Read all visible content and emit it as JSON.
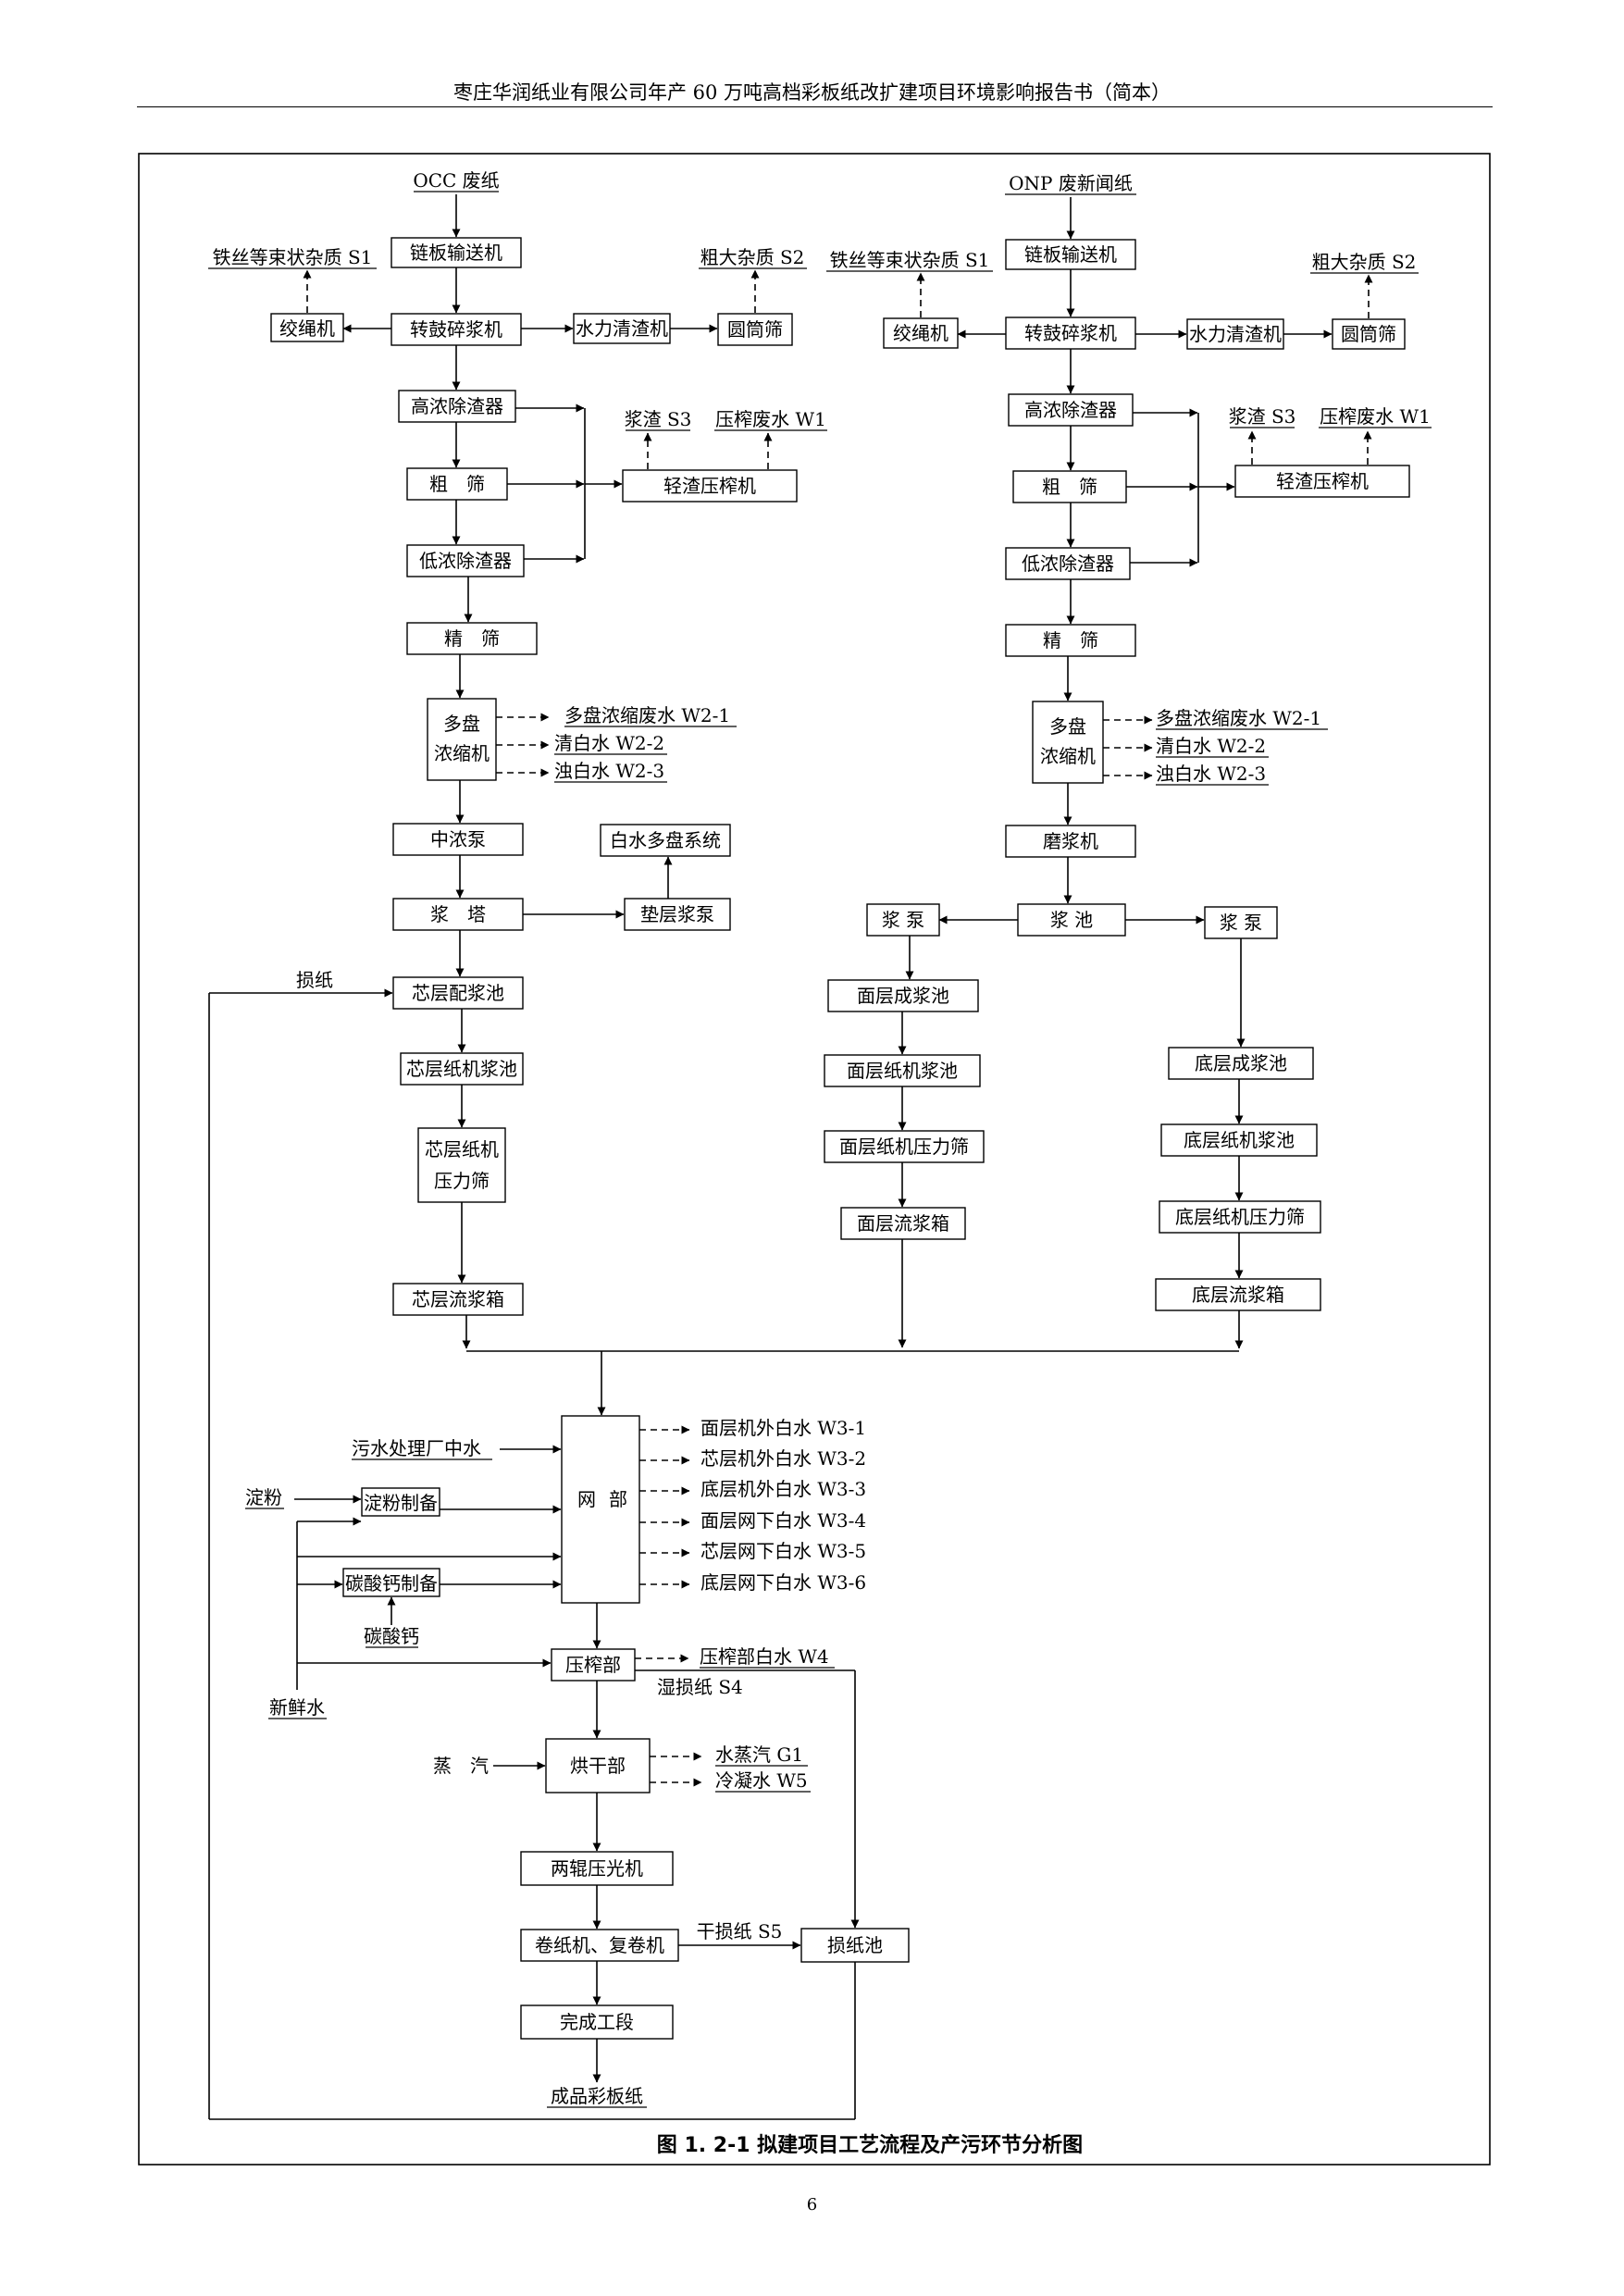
{
  "header": {
    "title": "枣庄华润纸业有限公司年产 60 万吨高档彩板纸改扩建项目环境影响报告书（简本）"
  },
  "page_number": "6",
  "caption": "图 1. 2-1   拟建项目工艺流程及产污环节分析图",
  "occ": {
    "input": "OCC 废纸",
    "conveyor": "链板输送机",
    "pulper": "转鼓碎浆机",
    "rope": "绞绳机",
    "hydro": "水力清渣机",
    "drum": "圆筒筛",
    "s1": "铁丝等束状杂质 S1",
    "s2": "粗大杂质 S2",
    "hd_cleaner": "高浓除渣器",
    "coarse_screen": "粗　筛",
    "ld_cleaner": "低浓除渣器",
    "fine_screen": "精　筛",
    "light_press": "轻渣压榨机",
    "s3": "浆渣 S3",
    "w1": "压榨废水 W1",
    "thickener_l1": "多盘",
    "thickener_l2": "浓缩机",
    "w21": "多盘浓缩废水 W2-1",
    "w22": "清白水 W2-2",
    "w23": "浊白水 W2-3",
    "mc_pump": "中浓泵",
    "tower": "浆　塔",
    "white_sys": "白水多盘系统",
    "liner_pump": "垫层浆泵"
  },
  "onp": {
    "input": "ONP 废新闻纸",
    "conveyor": "链板输送机",
    "pulper": "转鼓碎浆机",
    "rope": "绞绳机",
    "hydro": "水力清渣机",
    "drum": "圆筒筛",
    "s1": "铁丝等束状杂质 S1",
    "s2": "粗大杂质 S2",
    "hd_cleaner": "高浓除渣器",
    "coarse_screen": "粗　筛",
    "ld_cleaner": "低浓除渣器",
    "fine_screen": "精　筛",
    "light_press": "轻渣压榨机",
    "s3": "浆渣 S3",
    "w1": "压榨废水 W1",
    "thickener_l1": "多盘",
    "thickener_l2": "浓缩机",
    "w21": "多盘浓缩废水 W2-1",
    "w22": "清白水 W2-2",
    "w23": "浊白水 W2-3",
    "refiner": "磨浆机",
    "chest": "浆 池",
    "pump_left": "浆 泵",
    "pump_right": "浆 泵",
    "top_chest": "面层成浆池",
    "top_mach_chest": "面层纸机浆池",
    "top_screen": "面层纸机压力筛",
    "top_headbox": "面层流浆箱",
    "bottom_chest": "底层成浆池",
    "bottom_mach_chest": "底层纸机浆池",
    "bottom_screen": "底层纸机压力筛",
    "bottom_headbox": "底层流浆箱"
  },
  "core": {
    "broke": "损纸",
    "blend_chest": "芯层配浆池",
    "mach_chest": "芯层纸机浆池",
    "screen_l1": "芯层纸机",
    "screen_l2": "压力筛",
    "headbox": "芯层流浆箱"
  },
  "papermachine": {
    "reclaimed_water": "污水处理厂中水",
    "starch": "淀粉",
    "starch_prep": "淀粉制备",
    "caco3_prep": "碳酸钙制备",
    "caco3": "碳酸钙",
    "fresh_water": "新鲜水",
    "wire_l1": "网",
    "wire_l2": "部",
    "w31": "面层机外白水 W3-1",
    "w32": "芯层机外白水 W3-2",
    "w33": "底层机外白水 W3-3",
    "w34": "面层网下白水 W3-4",
    "w35": "芯层网下白水 W3-5",
    "w36": "底层网下白水 W3-6",
    "press": "压榨部",
    "w4": "压榨部白水 W4",
    "s4": "湿损纸 S4",
    "steam": "蒸　汽",
    "dryer": "烘干部",
    "g1": "水蒸汽 G1",
    "w5": "冷凝水 W5",
    "calender": "两辊压光机",
    "reel": "卷纸机、复卷机",
    "s5": "干损纸 S5",
    "broke_chest": "损纸池",
    "finishing": "完成工段",
    "product": "成品彩板纸"
  }
}
